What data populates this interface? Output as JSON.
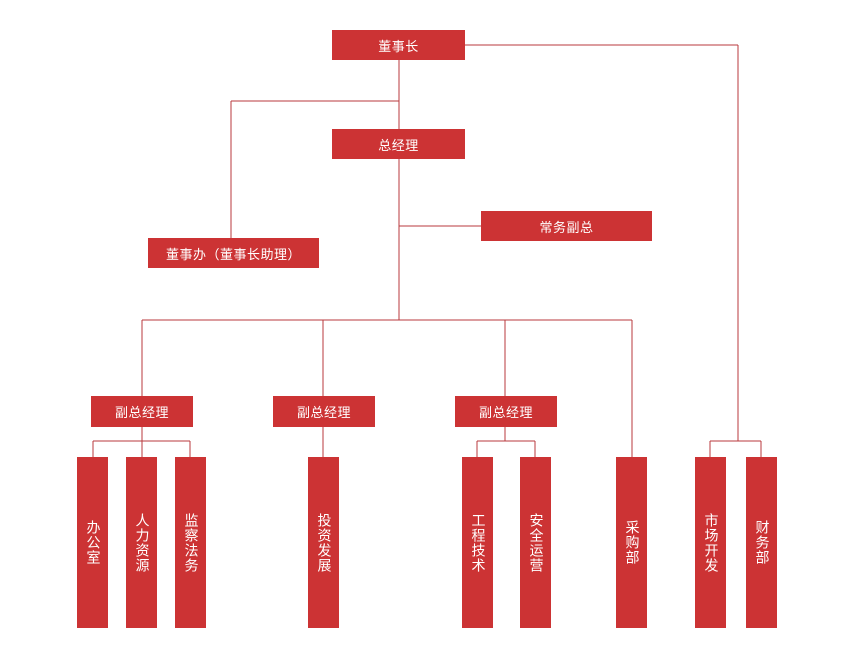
{
  "nodes": {
    "chairman": "董事长",
    "general_manager": "总经理",
    "executive_vp": "常务副总",
    "chairman_office": "董事办（董事长助理）",
    "deputy_gm_1": "副总经理",
    "deputy_gm_2": "副总经理",
    "deputy_gm_3": "副总经理"
  },
  "departments": {
    "office": "办公室",
    "hr": "人力资源",
    "supervision_legal": "监察法务",
    "investment_dev": "投资发展",
    "engineering": "工程技术",
    "safety_operations": "安全运营",
    "procurement": "采购部",
    "market_dev": "市场开发",
    "finance": "财务部"
  },
  "colors": {
    "box_fill": "#cc3334",
    "box_text": "#ffffff",
    "connector": "#b83a3c",
    "background": "#ffffff"
  }
}
